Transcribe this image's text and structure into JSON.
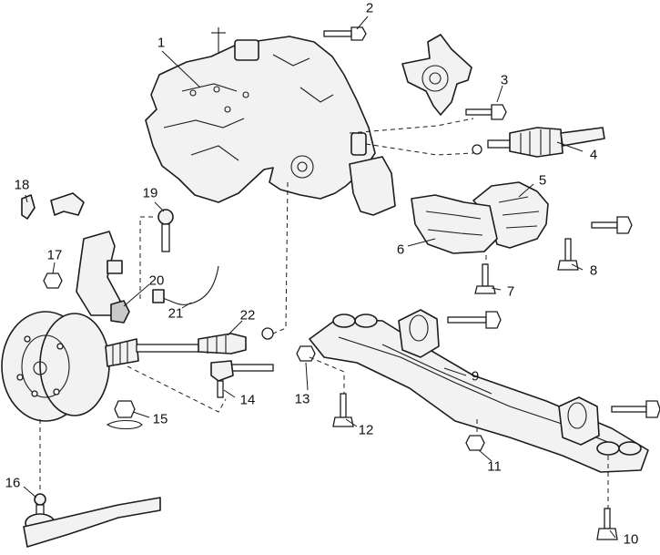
{
  "callouts": {
    "c1": "1",
    "c2": "2",
    "c3": "3",
    "c4": "4",
    "c5": "5",
    "c6": "6",
    "c7": "7",
    "c8": "8",
    "c9": "9",
    "c10": "10",
    "c11": "11",
    "c12": "12",
    "c13": "13",
    "c14": "14",
    "c15": "15",
    "c16": "16",
    "c17": "17",
    "c18": "18",
    "c19": "19",
    "c20": "20",
    "c21": "21",
    "c22": "22"
  },
  "colors": {
    "line": "#1c1c1c",
    "fill": "#f2f2f2",
    "shade": "#c9c9c9"
  }
}
